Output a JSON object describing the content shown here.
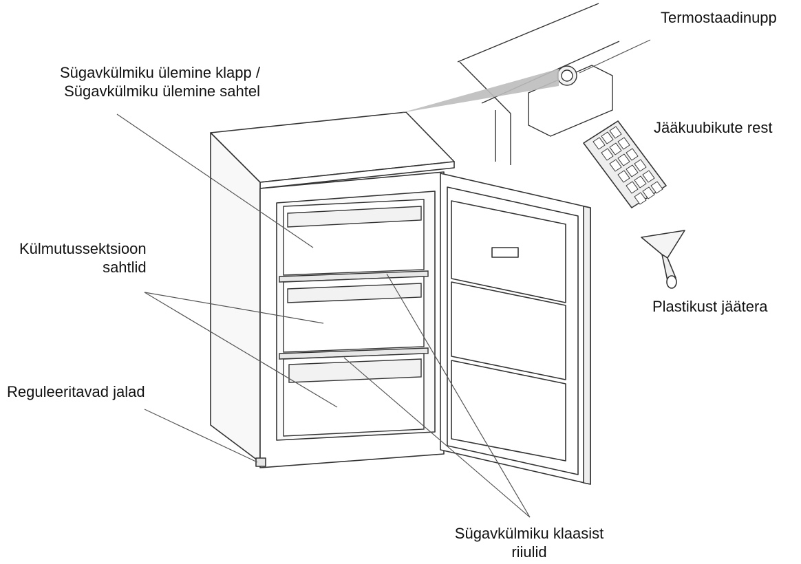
{
  "labels": {
    "thermostat": "Termostaadinupp",
    "top_flap": [
      "Sügavkülmiku ülemine klapp /",
      "Sügavkülmiku ülemine sahtel"
    ],
    "ice_tray": "Jääkuubikute rest",
    "drawers": [
      "Külmutussektsioon",
      "sahtlid"
    ],
    "scraper": "Plastikust jäätera",
    "feet": "Reguleeritavad jalad",
    "glass_shelves": [
      "Sügavkülmiku klaasist",
      "riiulid"
    ]
  },
  "colors": {
    "line": "#333333",
    "callout": "#555555",
    "fill": "#ffffff",
    "shade": "#eeeeee",
    "pointer": "#bdbdbd"
  }
}
